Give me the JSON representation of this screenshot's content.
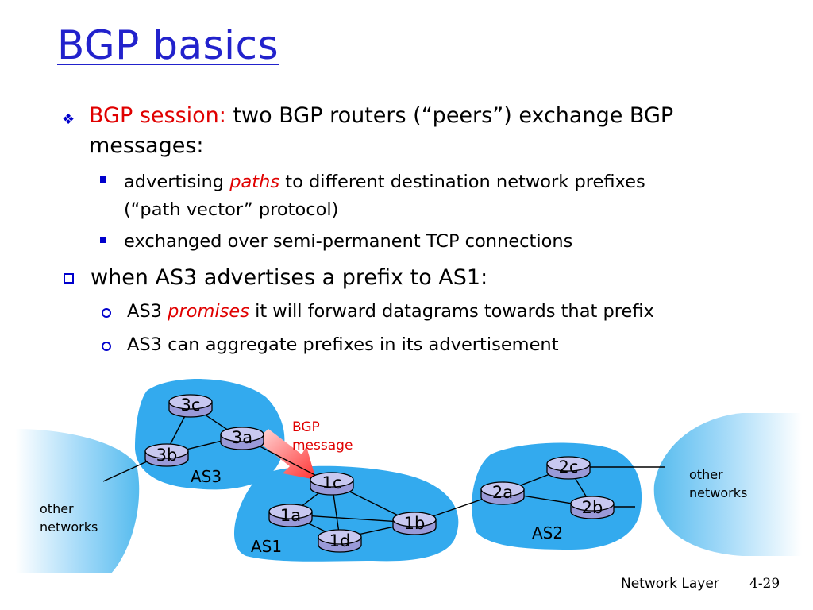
{
  "slide": {
    "title": "BGP basics",
    "bullets": {
      "b1_lead": "BGP session:",
      "b1_text1": " two BGP routers (“peers”) exchange BGP",
      "b1_text2": "messages:",
      "b1a_pre": "advertising ",
      "b1a_em": "paths",
      "b1a_post": " to different destination network prefixes",
      "b1a_cont": "(“path vector” protocol)",
      "b1b": "exchanged over semi-permanent TCP connections",
      "b2": "when AS3 advertises a prefix to AS1:",
      "b2a_pre": "AS3 ",
      "b2a_em": "promises",
      "b2a_post": " it will forward datagrams towards that prefix",
      "b2b": "AS3 can aggregate prefixes in its advertisement"
    },
    "footer": {
      "label": "Network Layer",
      "page": "4-29"
    }
  },
  "diagram": {
    "routers": {
      "r3c": "3c",
      "r3a": "3a",
      "r3b": "3b",
      "r1c": "1c",
      "r1a": "1a",
      "r1d": "1d",
      "r1b": "1b",
      "r2c": "2c",
      "r2a": "2a",
      "r2b": "2b"
    },
    "as_labels": {
      "as3": "AS3",
      "as1": "AS1",
      "as2": "AS2"
    },
    "message_label_1": "BGP",
    "message_label_2": "message",
    "other_left_1": "other",
    "other_left_2": "networks",
    "other_right_1": "other",
    "other_right_2": "networks",
    "colors": {
      "as_fill": "#33aaee",
      "router_fill": "#c8c8f0",
      "title": "#2222cc",
      "accent": "#e00000",
      "bullet_blue": "#0000cc"
    }
  }
}
